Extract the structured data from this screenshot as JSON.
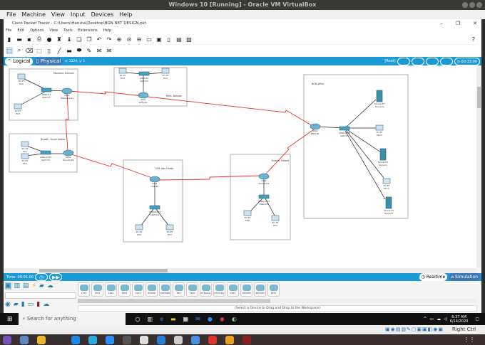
{
  "vbox": {
    "title": "Windows 10 [Running] - Oracle VM VirtualBox",
    "menu": [
      "File",
      "Machine",
      "View",
      "Input",
      "Devices",
      "Help"
    ],
    "host_key": "Right Ctrl"
  },
  "pt": {
    "title": "Cisco Packet Tracer - C:\\Users\\Haruna\\Desktop\\BGN NET DESIGN.pkt",
    "menu": [
      "File",
      "Edit",
      "Options",
      "View",
      "Tools",
      "Extensions",
      "Help"
    ],
    "tabs": {
      "logical": "Logical",
      "physical": "Physical"
    },
    "coords": "x: 1224, y: 1",
    "root": "[Root]",
    "clock": "00:33:00",
    "time_label": "Time: 00:01:00",
    "realtime": "Realtime",
    "simulation": "Simulation",
    "device_hint": "(Select a Device to Drag and Drop to the Workspace)",
    "models": [
      "4331",
      "4321",
      "1941",
      "2901",
      "2911",
      "819IOX",
      "819HGW",
      "829",
      "1240",
      "PT-Router",
      "PT-Empty",
      "1841",
      "2620XM",
      "2621XM",
      "2811"
    ]
  },
  "network": {
    "areas": [
      "Manama, Bahrain",
      "Riffa, Bahrain",
      "Riyadh, Saudi Arabia",
      "UAE Abu Dhabi",
      "Kuwait, Kuwait",
      "BGN office"
    ],
    "devices": [
      {
        "type": "PC-PT",
        "name": "PC2"
      },
      {
        "type": "PC-PT",
        "name": "PC3"
      },
      {
        "type": "2960-24",
        "name": "Switch1"
      },
      {
        "type": "2911",
        "name": "Manama-R1"
      },
      {
        "type": "PC-PT",
        "name": "PC4"
      },
      {
        "type": "2960-24",
        "name": "Switch2"
      },
      {
        "type": "PC-PT",
        "name": "PC5"
      },
      {
        "type": "2911",
        "name": "Riffa-R1"
      },
      {
        "type": "PC-PT",
        "name": "PC1"
      },
      {
        "type": "PC-PT",
        "name": "PC0"
      },
      {
        "type": "2960-24TT",
        "name": "Switch0"
      },
      {
        "type": "2911",
        "name": "Riyadh-R1"
      },
      {
        "type": "2911",
        "name": "UAE-R1"
      },
      {
        "type": "2960-24TT",
        "name": "Switch4"
      },
      {
        "type": "PC-PT",
        "name": "PC6"
      },
      {
        "type": "PC-PT",
        "name": "PC7"
      },
      {
        "type": "2911",
        "name": "Kuwait-R1"
      },
      {
        "type": "2960-24TT",
        "name": "Switch3"
      },
      {
        "type": "PC-PT",
        "name": "PC8"
      },
      {
        "type": "PC-PT",
        "name": "PC9"
      },
      {
        "type": "2911",
        "name": "BGN-R1"
      },
      {
        "type": "2960-24TT",
        "name": "Switch5"
      },
      {
        "type": "Server-PT",
        "name": "Server2"
      },
      {
        "type": "PC-PT",
        "name": "PC10"
      },
      {
        "type": "Server-PT",
        "name": "Server1"
      },
      {
        "type": "PC-PT",
        "name": "PC11"
      },
      {
        "type": "Server-PT",
        "name": "Server3"
      }
    ]
  },
  "windows": {
    "search_placeholder": "Search for anything",
    "time": "6:37 AM",
    "date": "6/14/2020"
  },
  "colors": {
    "accent": "#1c9ad6",
    "serial_link": "#e8302a",
    "link_up": "#5cc83a"
  }
}
